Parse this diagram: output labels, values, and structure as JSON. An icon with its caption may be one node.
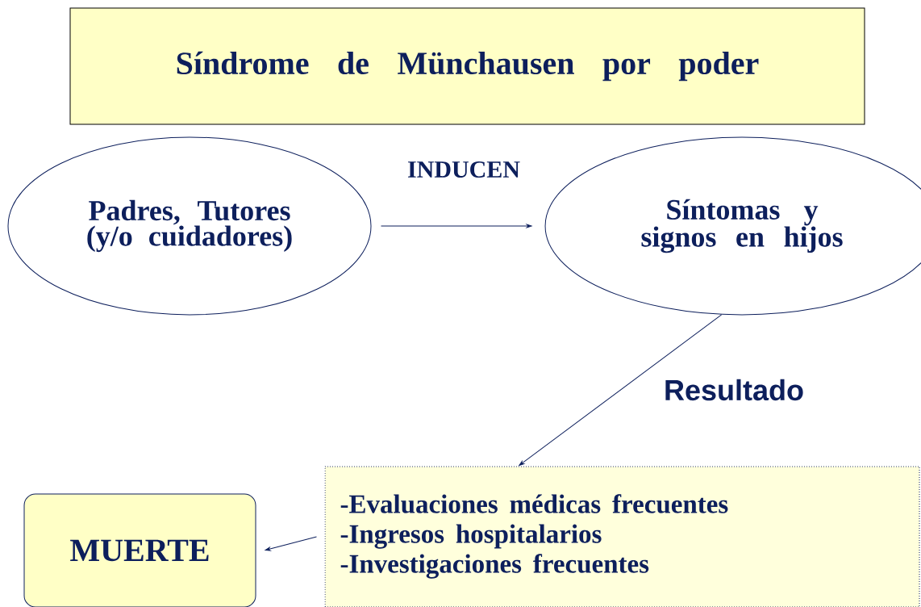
{
  "diagram": {
    "nodes": [
      {
        "text": [
          "Síndrome de Münchausen por poder"
        ]
      },
      {
        "text": [
          "Padres, Tutores (y/o cuidadores)"
        ]
      },
      {
        "text": [
          "Síntomas y signos en hijos"
        ]
      },
      {
        "text": [
          "-Evaluaciones médicas frecuentes",
          "-Ingresos hospitalarios",
          "-Investigaciones frecuentes"
        ]
      },
      {
        "text": [
          "MUERTE"
        ]
      }
    ],
    "edges": [
      {
        "from": 1,
        "to": 2,
        "arrow": "to",
        "label": "INDUCEN"
      },
      {
        "from": 2,
        "to": 3,
        "arrow": "to",
        "label": "Resultado"
      },
      {
        "from": 3,
        "to": 4,
        "arrow": "to"
      }
    ]
  }
}
